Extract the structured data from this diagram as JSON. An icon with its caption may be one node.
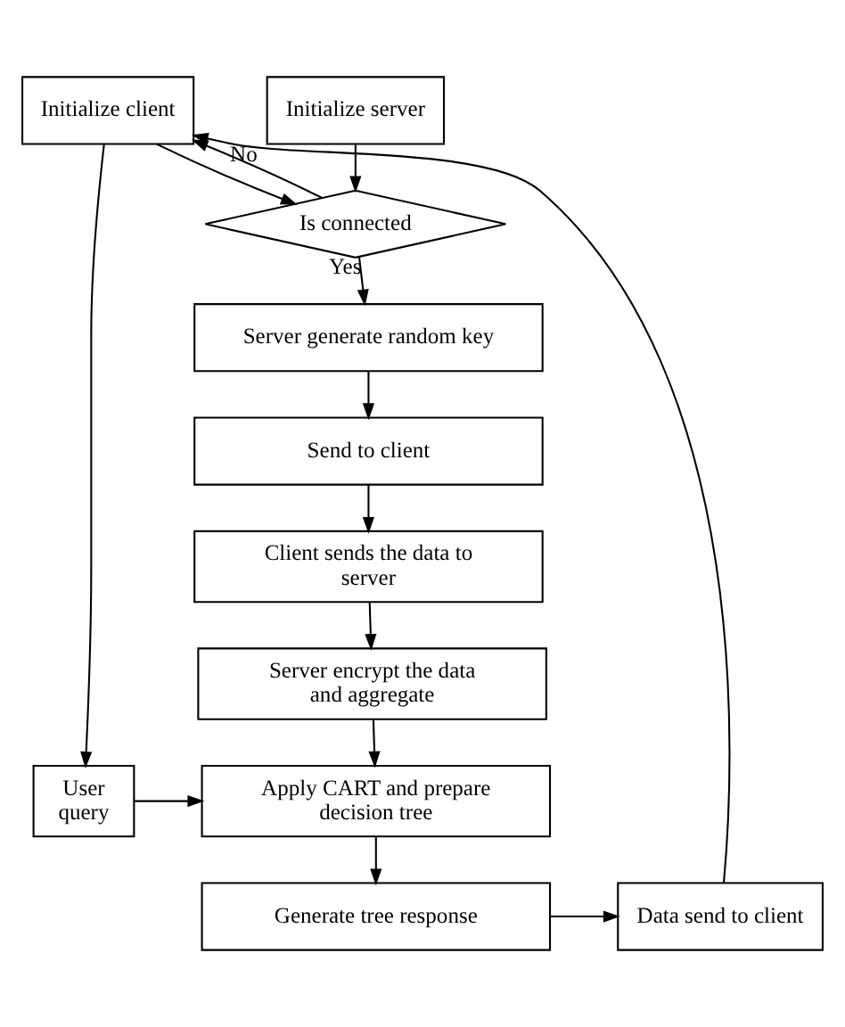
{
  "diagram": {
    "nodes": [
      {
        "text": [
          "Initialize server"
        ]
      },
      {
        "text": [
          "Initialize client"
        ]
      },
      {
        "text": [
          "Is connected"
        ]
      },
      {
        "text": [
          "Server generate random key"
        ]
      },
      {
        "text": [
          "Send to client"
        ]
      },
      {
        "text": [
          "Client sends the data to server"
        ]
      },
      {
        "text": [
          "Server encrypt the data and aggregate"
        ]
      },
      {
        "text": [
          "Apply CART and prepare decision tree"
        ]
      },
      {
        "text": [
          "User query"
        ]
      },
      {
        "text": [
          "Generate tree response"
        ]
      },
      {
        "text": [
          "Data send to client"
        ]
      }
    ],
    "edges": [
      {
        "from": 0,
        "to": 2,
        "arrow": "to"
      },
      {
        "from": 1,
        "to": 2,
        "arrow": "to"
      },
      {
        "from": 2,
        "to": 1,
        "arrow": "to",
        "label": "No"
      },
      {
        "from": 2,
        "to": 3,
        "arrow": "to",
        "label": "Yes"
      },
      {
        "from": 3,
        "to": 4,
        "arrow": "to"
      },
      {
        "from": 4,
        "to": 5,
        "arrow": "to"
      },
      {
        "from": 5,
        "to": 6,
        "arrow": "to"
      },
      {
        "from": 6,
        "to": 7,
        "arrow": "to"
      },
      {
        "from": 1,
        "to": 8,
        "arrow": "to"
      },
      {
        "from": 8,
        "to": 7,
        "arrow": "to"
      },
      {
        "from": 7,
        "to": 9,
        "arrow": "to"
      },
      {
        "from": 9,
        "to": 10,
        "arrow": "to"
      },
      {
        "from": 10,
        "to": 1,
        "arrow": "to"
      }
    ]
  }
}
